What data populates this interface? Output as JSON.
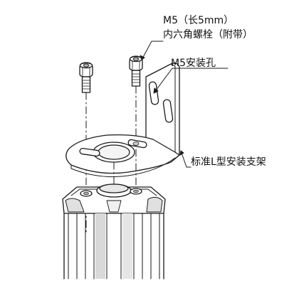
{
  "labels": {
    "screw_spec": "M5（长5mm）",
    "screw_name": "内六角螺栓（附带）",
    "mount_hole": "M5安装孔",
    "bracket": "标准L型安装支架"
  },
  "colors": {
    "line": "#1a1a1a",
    "shade": "#d9d9d9",
    "background": "#ffffff"
  }
}
